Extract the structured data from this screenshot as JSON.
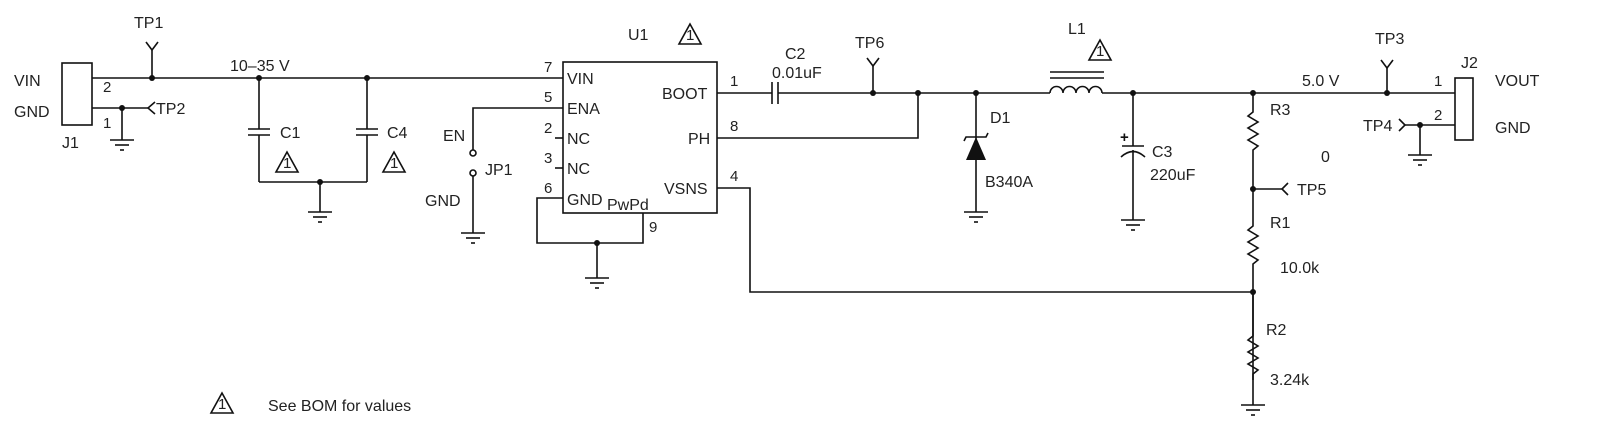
{
  "connectors": {
    "j1": {
      "ref": "J1",
      "pin2_net": "VIN",
      "pin1_net": "GND",
      "pin2": "2",
      "pin1": "1"
    },
    "j2": {
      "ref": "J2",
      "pin1_net": "VOUT",
      "pin2_net": "GND",
      "pin1": "1",
      "pin2": "2"
    }
  },
  "nets": {
    "vin": "10–35 V",
    "vout": "5.0 V"
  },
  "test_points": [
    "TP1",
    "TP2",
    "TP3",
    "TP4",
    "TP5",
    "TP6"
  ],
  "ic": {
    "ref": "U1",
    "left_pins": [
      {
        "num": "7",
        "name": "VIN"
      },
      {
        "num": "5",
        "name": "ENA"
      },
      {
        "num": "2",
        "name": "NC"
      },
      {
        "num": "3",
        "name": "NC"
      },
      {
        "num": "6",
        "name": "GND"
      }
    ],
    "pad": {
      "num": "9",
      "name": "PwPd"
    },
    "right_pins": [
      {
        "num": "1",
        "name": "BOOT"
      },
      {
        "num": "8",
        "name": "PH"
      },
      {
        "num": "4",
        "name": "VSNS"
      }
    ]
  },
  "jumper": {
    "ref": "JP1",
    "top": "EN",
    "bottom": "GND"
  },
  "components": {
    "c1": {
      "ref": "C1"
    },
    "c4": {
      "ref": "C4"
    },
    "c2": {
      "ref": "C2",
      "value": "0.01uF"
    },
    "l1": {
      "ref": "L1"
    },
    "d1": {
      "ref": "D1",
      "value": "B340A"
    },
    "c3": {
      "ref": "C3",
      "value": "220uF"
    },
    "r3": {
      "ref": "R3",
      "value": "0"
    },
    "r1": {
      "ref": "R1",
      "value": "10.0k"
    },
    "r2": {
      "ref": "R2",
      "value": "3.24k"
    }
  },
  "note": {
    "mark": "1",
    "text": "See BOM for values"
  }
}
